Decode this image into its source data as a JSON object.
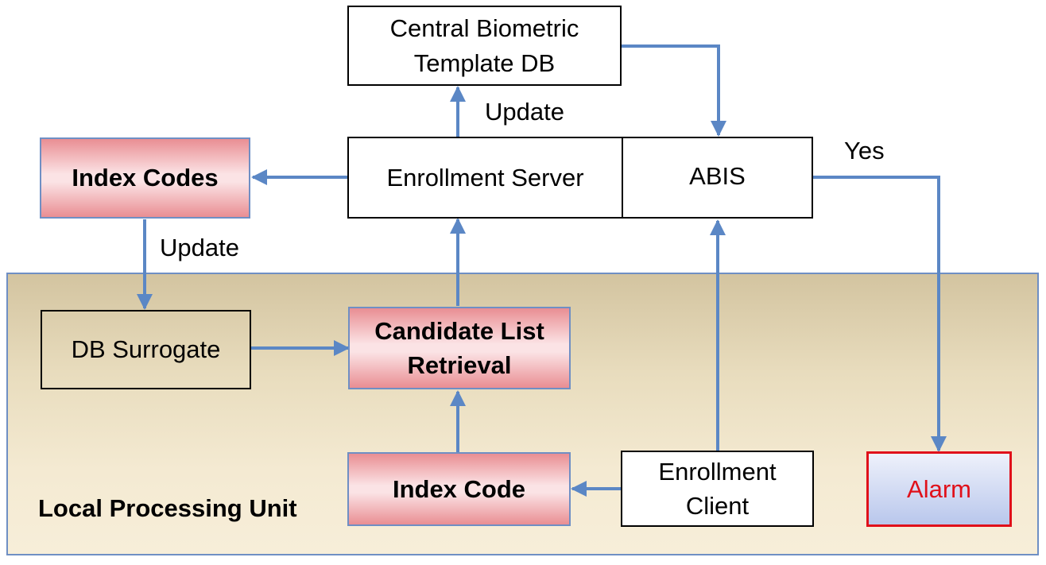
{
  "nodes": {
    "central_db": "Central Biometric\nTemplate DB",
    "index_codes": "Index Codes",
    "enrollment_server": "Enrollment Server",
    "abis": "ABIS",
    "db_surrogate": "DB Surrogate",
    "candidate_list": "Candidate List\nRetrieval",
    "index_code": "Index Code",
    "enrollment_client": "Enrollment\nClient",
    "alarm": "Alarm"
  },
  "labels": {
    "update_top": "Update",
    "update_left": "Update",
    "yes": "Yes",
    "region": "Local Processing Unit"
  },
  "colors": {
    "arrow": "#5b87c5",
    "box_border": "#000000",
    "highlight_border": "#6f8fc4",
    "alarm": "#e0101a"
  }
}
